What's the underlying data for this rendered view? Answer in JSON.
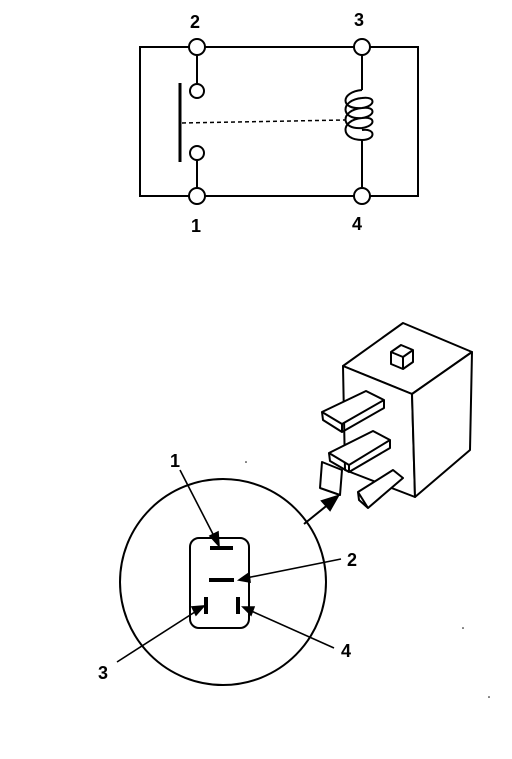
{
  "schematic": {
    "terminal_labels": [
      "2",
      "3",
      "1",
      "4"
    ]
  },
  "connector_view": {
    "pin_labels": [
      "1",
      "2",
      "3",
      "4"
    ]
  },
  "colors": {
    "ink": "#000000",
    "background": "#ffffff",
    "relay_body": "#ffffff"
  }
}
